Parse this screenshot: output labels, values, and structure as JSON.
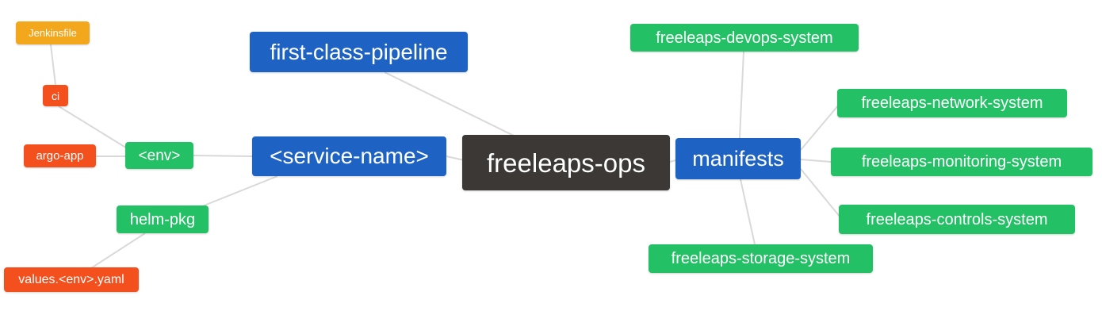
{
  "diagram": {
    "title": "freeleaps-ops mindmap",
    "nodes": {
      "freeleaps_ops": {
        "label": "freeleaps-ops"
      },
      "first_class_pipeline": {
        "label": "first-class-pipeline"
      },
      "service_name": {
        "label": "<service-name>"
      },
      "manifests": {
        "label": "manifests"
      },
      "env": {
        "label": "<env>"
      },
      "helm_pkg": {
        "label": "helm-pkg"
      },
      "ci": {
        "label": "ci"
      },
      "jenkinsfile": {
        "label": "Jenkinsfile"
      },
      "argo_app": {
        "label": "argo-app"
      },
      "values_env_yaml": {
        "label": "values.<env>.yaml"
      },
      "freeleaps_devops_system": {
        "label": "freeleaps-devops-system"
      },
      "freeleaps_network_system": {
        "label": "freeleaps-network-system"
      },
      "freeleaps_monitoring_system": {
        "label": "freeleaps-monitoring-system"
      },
      "freeleaps_controls_system": {
        "label": "freeleaps-controls-system"
      },
      "freeleaps_storage_system": {
        "label": "freeleaps-storage-system"
      }
    },
    "edges": [
      {
        "from": "jenkinsfile",
        "to": "ci"
      },
      {
        "from": "ci",
        "to": "env"
      },
      {
        "from": "argo_app",
        "to": "env"
      },
      {
        "from": "env",
        "to": "service_name"
      },
      {
        "from": "helm_pkg",
        "to": "service_name"
      },
      {
        "from": "values_env_yaml",
        "to": "helm_pkg"
      },
      {
        "from": "service_name",
        "to": "freeleaps_ops"
      },
      {
        "from": "first_class_pipeline",
        "to": "freeleaps_ops"
      },
      {
        "from": "freeleaps_ops",
        "to": "manifests"
      },
      {
        "from": "manifests",
        "to": "freeleaps_devops_system"
      },
      {
        "from": "manifests",
        "to": "freeleaps_network_system"
      },
      {
        "from": "manifests",
        "to": "freeleaps_monitoring_system"
      },
      {
        "from": "manifests",
        "to": "freeleaps_controls_system"
      },
      {
        "from": "manifests",
        "to": "freeleaps_storage_system"
      }
    ],
    "colors": {
      "dark": "#3b3836",
      "blue": "#1e63c4",
      "green": "#23c065",
      "orange": "#f2a71c",
      "red": "#f4501e",
      "edge": "#d9d9d9",
      "text": "#ffffff"
    }
  }
}
